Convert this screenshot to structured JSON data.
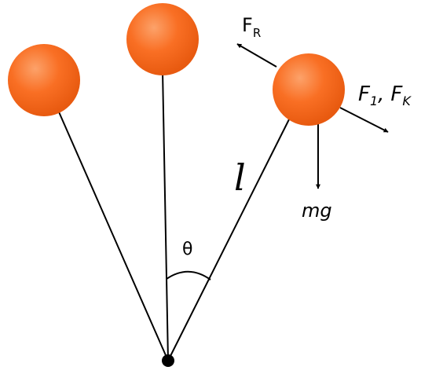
{
  "colors": {
    "ball_core": "#fca26a",
    "ball_mid": "#f96f24",
    "ball_edge": "#e85a10",
    "line": "#000000",
    "background": "#ffffff"
  },
  "labels": {
    "force_r_main": "F",
    "force_r_sub": "R",
    "force_1_main": "F",
    "force_1_sub": "1",
    "force_sep": ",",
    "force_k_main": "F",
    "force_k_sub": "K",
    "weight": "mg",
    "length": "l",
    "angle": "θ"
  }
}
